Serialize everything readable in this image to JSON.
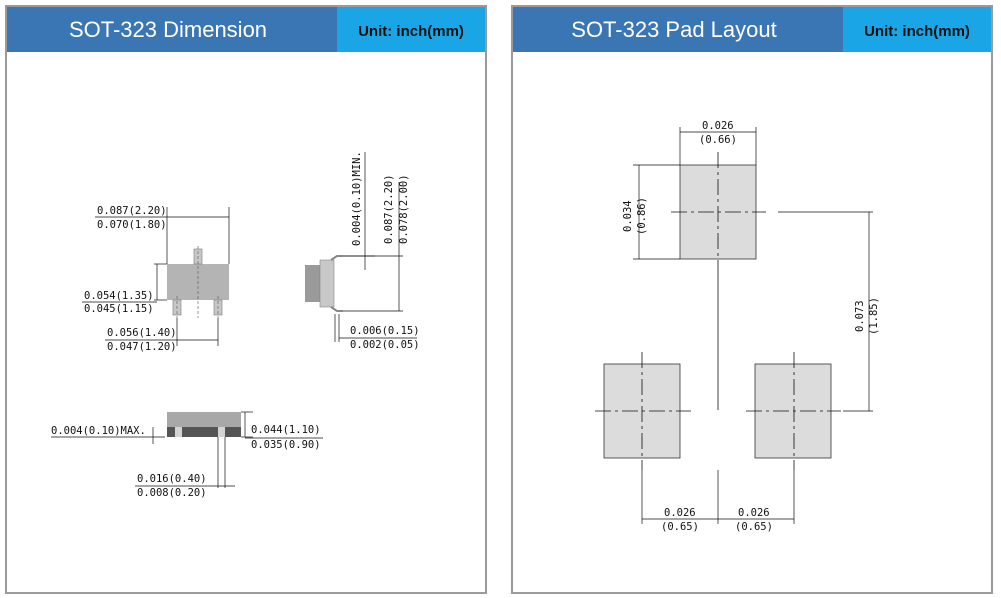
{
  "left_panel": {
    "title": "SOT-323 Dimension",
    "unit": "Unit: inch(mm)",
    "dims": {
      "width_max": "0.087(2.20)",
      "width_min": "0.070(1.80)",
      "body_max": "0.054(1.35)",
      "body_min": "0.045(1.15)",
      "pitch_max": "0.056(1.40)",
      "pitch_min": "0.047(1.20)",
      "lead_min": "0.004(0.10)MIN.",
      "height_max": "0.087(2.20)",
      "height_min": "0.078(2.00)",
      "lead_thk_max": "0.006(0.15)",
      "lead_thk_min": "0.002(0.05)",
      "standoff": "0.004(0.10)MAX.",
      "total_h_max": "0.044(1.10)",
      "total_h_min": "0.035(0.90)",
      "lead_w_max": "0.016(0.40)",
      "lead_w_min": "0.008(0.20)"
    }
  },
  "right_panel": {
    "title": "SOT-323 Pad Layout",
    "unit": "Unit: inch(mm)",
    "dims": {
      "pad_w_in": "0.026",
      "pad_w_mm": "(0.66)",
      "pad_h_in": "0.034",
      "pad_h_mm": "(0.86)",
      "row_sp_in": "0.073",
      "row_sp_mm": "(1.85)",
      "pitch1_in": "0.026",
      "pitch1_mm": "(0.65)",
      "pitch2_in": "0.026",
      "pitch2_mm": "(0.65)"
    }
  },
  "colors": {
    "header": "#3a76b4",
    "unit_box": "#1aa6e6",
    "pad_fill": "#dcdcdc",
    "body_fill": "#b4b4b4"
  }
}
